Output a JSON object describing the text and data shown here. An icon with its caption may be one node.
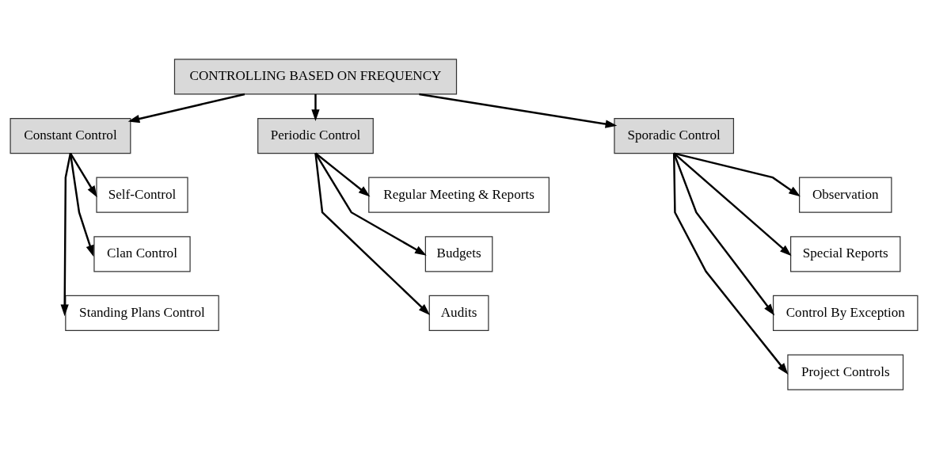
{
  "diagram": {
    "nodes": [
      {
        "text": [
          "CONTROLLING BASED ON FREQUENCY"
        ]
      },
      {
        "text": [
          "Constant Control"
        ]
      },
      {
        "text": [
          "Periodic Control"
        ]
      },
      {
        "text": [
          "Sporadic Control"
        ]
      },
      {
        "text": [
          "Self-Control"
        ]
      },
      {
        "text": [
          "Clan Control"
        ]
      },
      {
        "text": [
          "Standing Plans Control"
        ]
      },
      {
        "text": [
          "Regular Meeting & Reports"
        ]
      },
      {
        "text": [
          "Budgets"
        ]
      },
      {
        "text": [
          "Audits"
        ]
      },
      {
        "text": [
          "Observation"
        ]
      },
      {
        "text": [
          "Special Reports"
        ]
      },
      {
        "text": [
          "Control By Exception"
        ]
      },
      {
        "text": [
          "Project Controls"
        ]
      }
    ],
    "edges": [
      {
        "from": 0,
        "to": 1,
        "arrow": "to"
      },
      {
        "from": 0,
        "to": 2,
        "arrow": "to"
      },
      {
        "from": 0,
        "to": 3,
        "arrow": "to"
      },
      {
        "from": 1,
        "to": 4,
        "arrow": "to"
      },
      {
        "from": 1,
        "to": 5,
        "arrow": "to"
      },
      {
        "from": 1,
        "to": 6,
        "arrow": "to"
      },
      {
        "from": 2,
        "to": 7,
        "arrow": "to"
      },
      {
        "from": 2,
        "to": 8,
        "arrow": "to"
      },
      {
        "from": 2,
        "to": 9,
        "arrow": "to"
      },
      {
        "from": 3,
        "to": 10,
        "arrow": "to"
      },
      {
        "from": 3,
        "to": 11,
        "arrow": "to"
      },
      {
        "from": 3,
        "to": 12,
        "arrow": "to"
      },
      {
        "from": 3,
        "to": 13,
        "arrow": "to"
      }
    ]
  }
}
